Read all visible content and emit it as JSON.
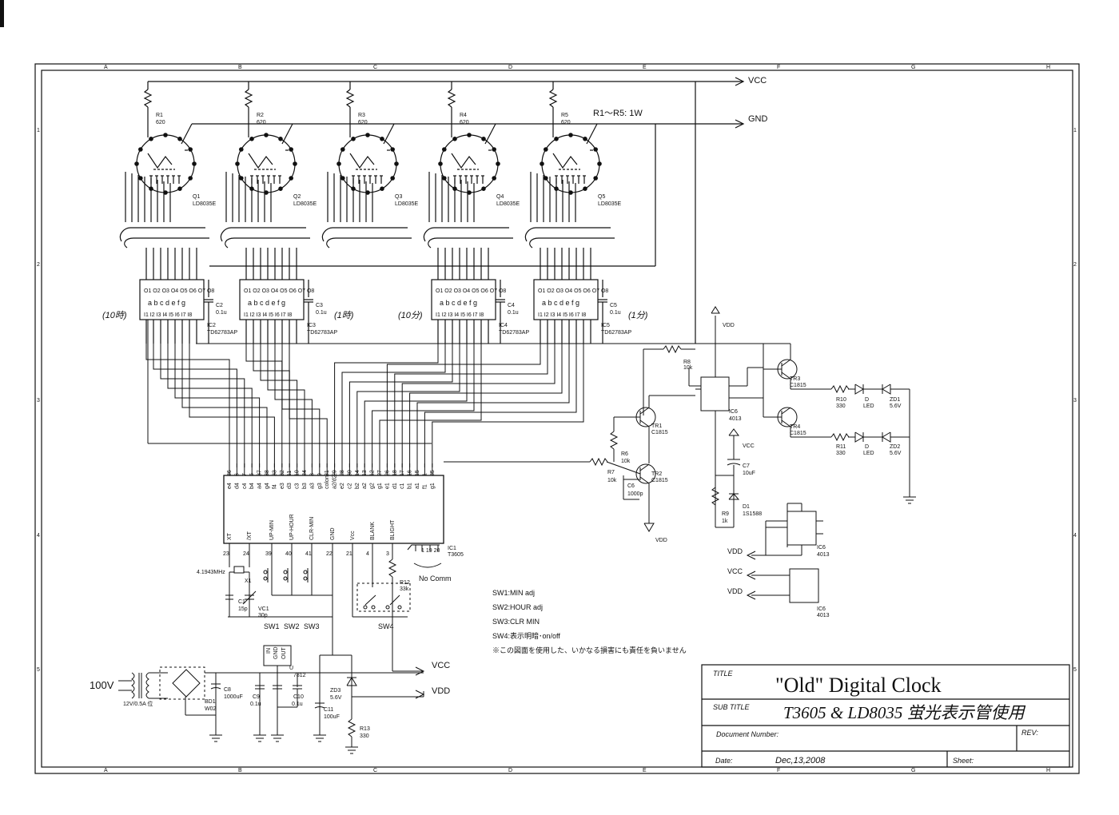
{
  "title_block": {
    "title_label": "TITLE",
    "title": "\"Old\" Digital Clock",
    "subtitle_label": "SUB TITLE",
    "subtitle": "T3605 & LD8035 蛍光表示管使用",
    "doc_label": "Document Number:",
    "rev_label": "REV:",
    "date_label": "Date:",
    "date": "Dec,13,2008",
    "sheet_label": "Sheet:"
  },
  "border": {
    "cols": [
      "A",
      "B",
      "C",
      "D",
      "E",
      "F",
      "G",
      "H"
    ],
    "rows": [
      "1",
      "2",
      "3",
      "4",
      "5"
    ]
  },
  "rails": {
    "vcc": "VCC",
    "gnd": "GND",
    "note": "R1～R5: 1W",
    "vdd": "VDD"
  },
  "tubes": [
    {
      "r": "R1",
      "rv": "620",
      "q": "Q1",
      "part": "LD8035E"
    },
    {
      "r": "R2",
      "rv": "620",
      "q": "Q2",
      "part": "LD8035E"
    },
    {
      "r": "R3",
      "rv": "620",
      "q": "Q3",
      "part": "LD8035E"
    },
    {
      "r": "R4",
      "rv": "620",
      "q": "Q4",
      "part": "LD8035E"
    },
    {
      "r": "R5",
      "rv": "620",
      "q": "Q5",
      "part": "LD8035E"
    }
  ],
  "drivers": [
    {
      "ic": "IC2",
      "part": "TD62783AP",
      "cap": "C2",
      "cv": "0.1u",
      "digit": "(10時)"
    },
    {
      "ic": "IC3",
      "part": "TD62783AP",
      "cap": "C3",
      "cv": "0.1u",
      "digit": "(1時)"
    },
    {
      "ic": "IC4",
      "part": "TD62783AP",
      "cap": "C4",
      "cv": "0.1u",
      "digit": "(10分)"
    },
    {
      "ic": "IC5",
      "part": "TD62783AP",
      "cap": "C5",
      "cv": "0.1u",
      "digit": "(1分)"
    }
  ],
  "driver_pins": {
    "outs": "O1 O2 O3 O4 O5 O6 O7 O8",
    "segs": "a b c d e f g",
    "ins": "I1 I2 I3 I4 I5 I6 I7 I8"
  },
  "main_ic": {
    "name": "IC1",
    "part": "T3605",
    "top_pins": [
      "36",
      "6",
      "7",
      "5",
      "37",
      "38",
      "33",
      "32",
      "11",
      "10",
      "34",
      "8",
      "9",
      "31",
      "29",
      "28",
      "30",
      "14",
      "13",
      "12",
      "27",
      "26",
      "18",
      "17",
      "16",
      "15",
      "1",
      "35"
    ],
    "top_labels": [
      "e4",
      "d4",
      "c4",
      "b4",
      "a4",
      "g4",
      "f4",
      "e3",
      "d3",
      "c3",
      "b3",
      "a3",
      "g3",
      "colon",
      "a2/d2",
      "e2",
      "c2",
      "b2",
      "a2",
      "g2",
      "g1",
      "e1",
      "d1",
      "c1",
      "b1",
      "a1",
      "f1",
      "g1"
    ],
    "bottom_pins": [
      "23",
      "24",
      "39",
      "40",
      "41",
      "22",
      "21",
      "4",
      "3"
    ],
    "bottom_labels": [
      "XT",
      "/XT",
      "UP-MIN",
      "UP-HOUR",
      "CLR-MIN",
      "GND",
      "Vcc",
      "BLANK",
      "BLIGHT"
    ],
    "nc_pins": "1 19 20",
    "no_comm": "No Comm"
  },
  "components": {
    "xtal": "4.1943MHz",
    "x1": "X1",
    "c1": "C1",
    "c1v": "15p",
    "vc1": "VC1",
    "vc1v": "30p",
    "sw1": "SW1",
    "sw2": "SW2",
    "sw3": "SW3",
    "sw4": "SW4",
    "r12": "R12",
    "r12v": "33k",
    "r6": "R6",
    "r6v": "10k",
    "r7": "R7",
    "r7v": "10k",
    "c6": "C6",
    "c6v": "1000p",
    "tr1": "TR1",
    "tr1p": "C1815",
    "tr2": "TR2",
    "tr2p": "C1815",
    "tr3": "TR3",
    "tr3p": "C1815",
    "tr4": "TR4",
    "tr4p": "C1815",
    "r8": "R8",
    "r8v": "10k",
    "ic6": "IC6",
    "ic6p": "4013",
    "c7": "C7",
    "c7v": "10uF",
    "r9": "R9",
    "r9v": "1k",
    "d1": "D1",
    "d1p": "1S1588",
    "r10": "R10",
    "r10v": "330",
    "r11": "R11",
    "r11v": "330",
    "led": "LED",
    "d": "D",
    "zd1": "ZD1",
    "zd1v": "5.6V",
    "zd2": "ZD2",
    "zd2v": "5.6V",
    "vdd_label": "VDD",
    "vcc_label": "VCC"
  },
  "psu": {
    "mains": "100V",
    "trans": "12V/0.5A 位",
    "bd1": "BD1",
    "bd1p": "W02",
    "c8": "C8",
    "c8v": "1000uF",
    "c9": "C9",
    "c9v": "0.1u",
    "c10": "C10",
    "c10v": "0.1u",
    "c11": "C11",
    "c11v": "100uF",
    "reg": "7812",
    "reg_in": "IN",
    "reg_gnd": "GND",
    "reg_out": "OUT",
    "reg_ref": "U",
    "zd3": "ZD3",
    "zd3v": "5.6V",
    "r13": "R13",
    "r13v": "330",
    "vcc": "VCC",
    "vdd": "VDD"
  },
  "notes": [
    "SW1:MIN adj",
    "SW2:HOUR adj",
    "SW3:CLR MIN",
    "SW4:表示明暗･on/off",
    "※この図面を使用した、いかなる損害にも責任を負いません"
  ]
}
